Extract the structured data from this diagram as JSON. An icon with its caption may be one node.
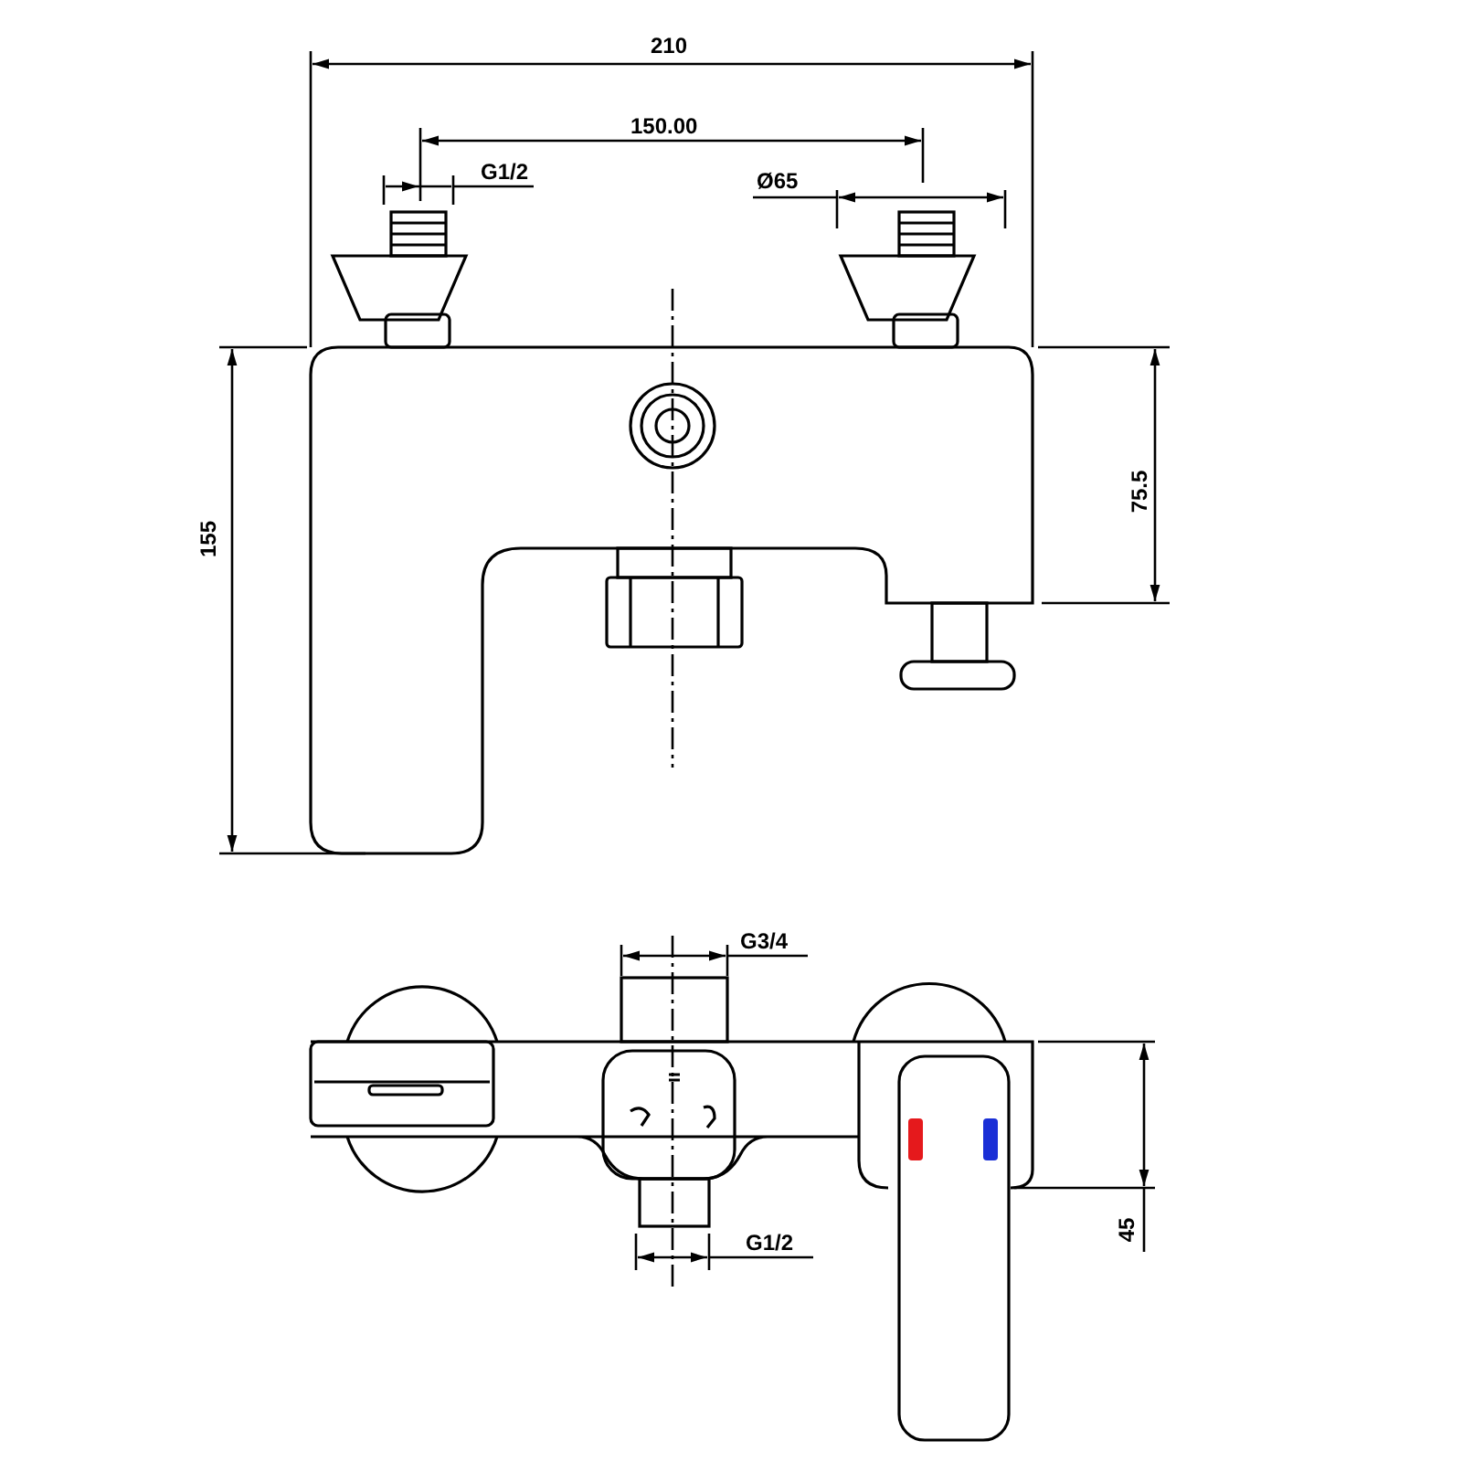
{
  "diagram": {
    "labels": [
      "210",
      "150.00",
      "G1/2",
      "Ø65",
      "155",
      "75.5",
      "G3/4",
      "G1/2",
      "45"
    ]
  }
}
